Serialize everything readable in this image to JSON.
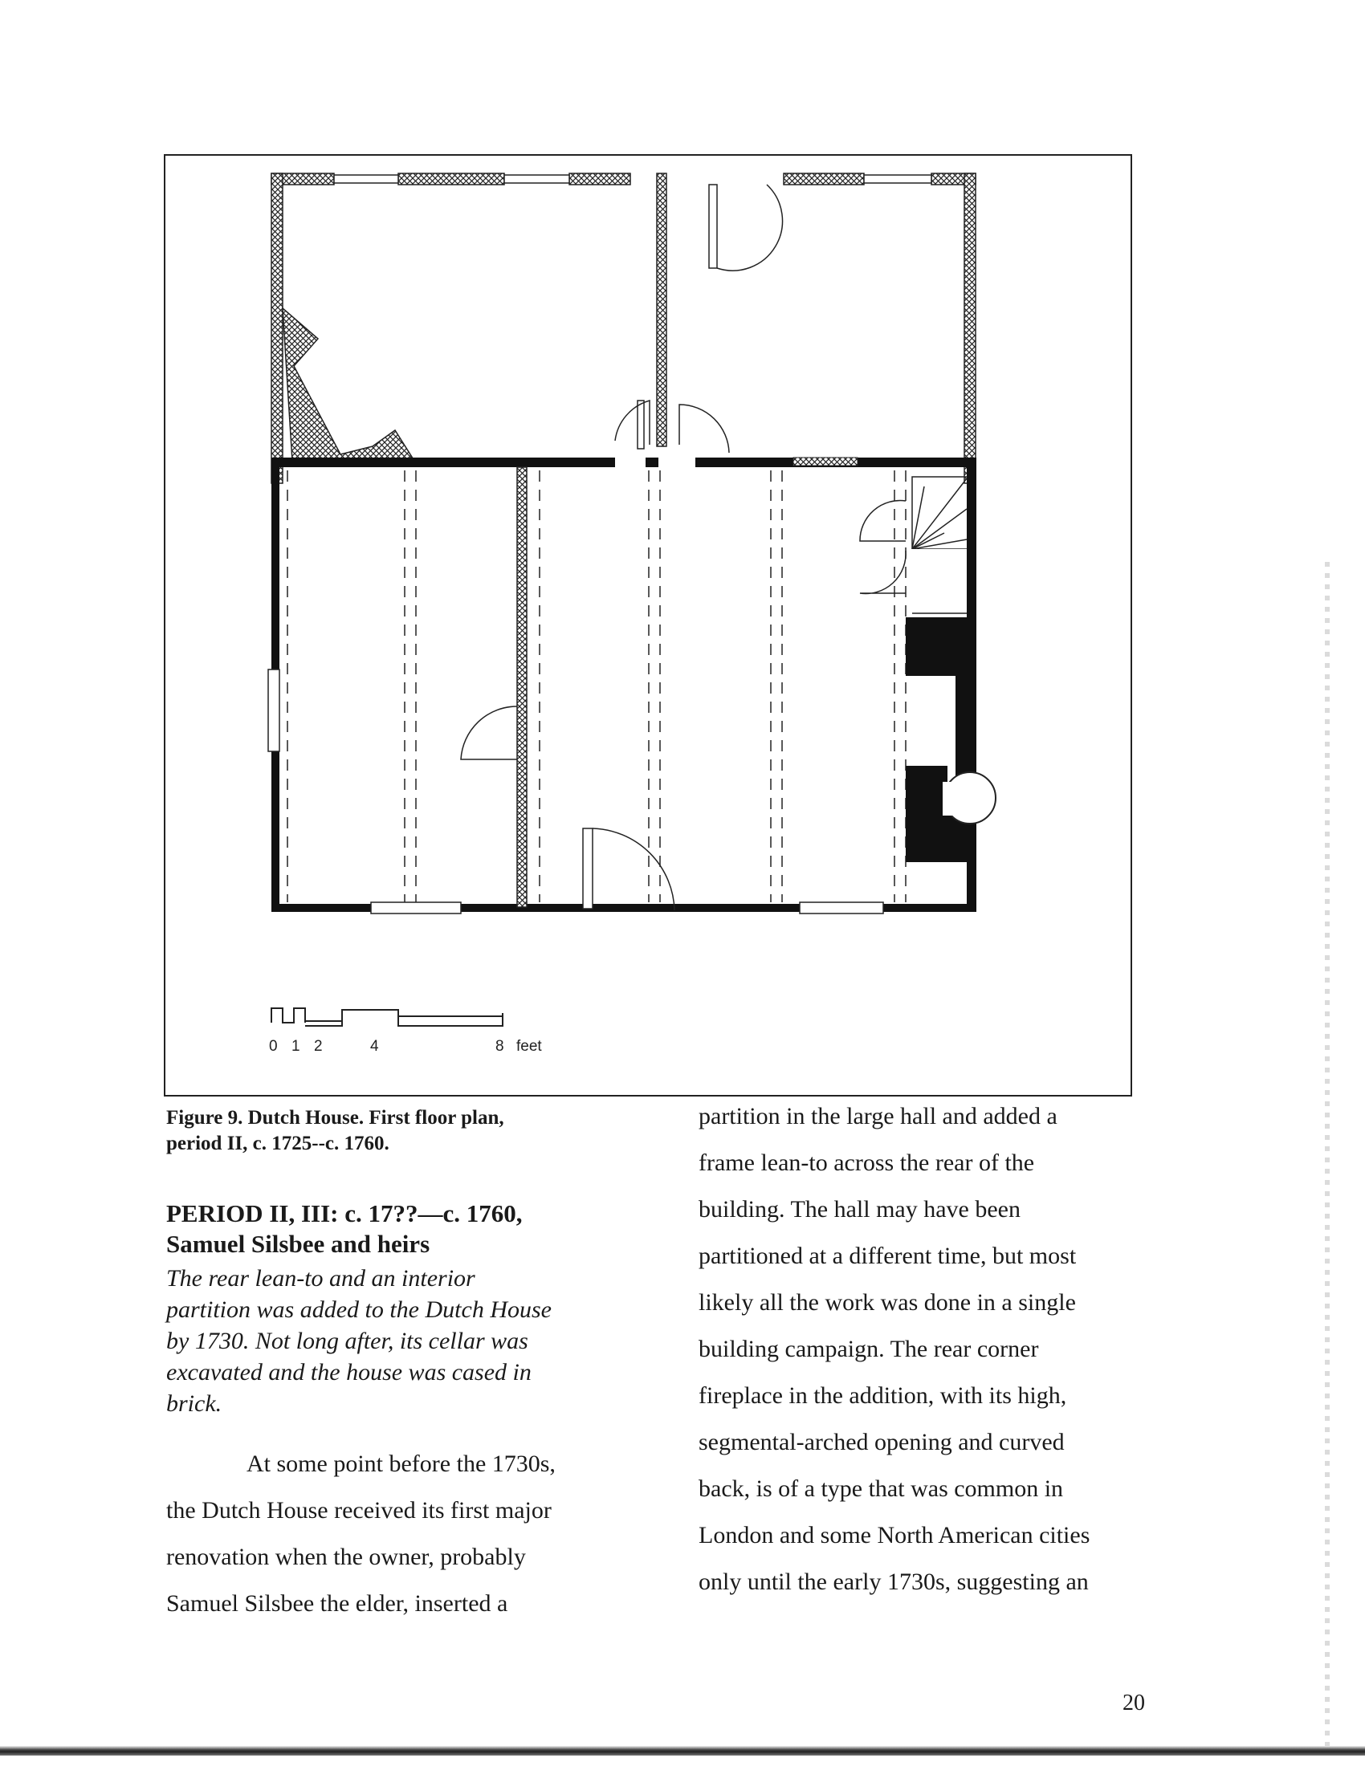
{
  "figure": {
    "scale_labels": [
      "0",
      "1",
      "2",
      "4",
      "8",
      "feet"
    ]
  },
  "caption": {
    "line1": "Figure 9.  Dutch House.  First floor plan,",
    "line2": "period II, c. 1725--c. 1760."
  },
  "section": {
    "heading_line1": "PERIOD II, III:  c. 17??—c. 1760,",
    "heading_line2": "Samuel Silsbee and heirs",
    "summary_lines": [
      "The rear lean-to and an interior",
      "partition was added to the Dutch House",
      "by 1730.  Not long after, its cellar was",
      "excavated and the house was cased in",
      "brick."
    ]
  },
  "body_left_lines": [
    "At some point before the 1730s,",
    "the Dutch House received its first major",
    "renovation when the owner, probably",
    "Samuel Silsbee the elder, inserted a"
  ],
  "body_right_lines": [
    "partition in the large hall and added a",
    "frame lean-to across the rear of the",
    "building.  The hall may have been",
    "partitioned at a different time, but most",
    "likely all the work was done in a single",
    "building campaign.  The rear corner",
    "fireplace in the addition, with its high,",
    "segmental-arched opening and curved",
    "back, is of a type that was common in",
    "London and some North American cities",
    "only until the early 1730s, suggesting an"
  ],
  "page_number": "20"
}
